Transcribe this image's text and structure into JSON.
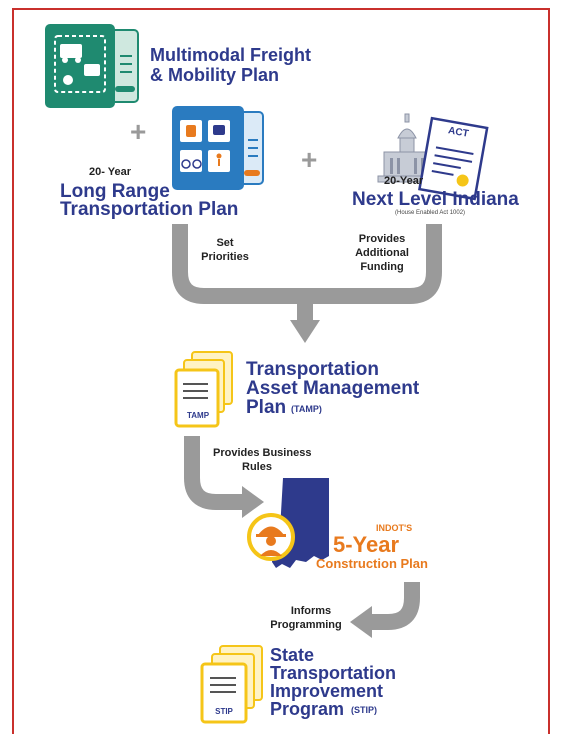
{
  "multimodal": {
    "line1": "Multimodal Freight",
    "line2": "& Mobility Plan"
  },
  "plus_symbol": "+",
  "long_range": {
    "years": "20- Year",
    "line1": "Long Range",
    "line2": "Transportation Plan"
  },
  "next_level": {
    "years": "20-Year",
    "title": "Next Level Indiana",
    "subtitle": "(House Enabled Act 1002)",
    "act_label": "ACT"
  },
  "arrows": {
    "set_priorities_1": "Set",
    "set_priorities_2": "Priorities",
    "provides_funding_1": "Provides",
    "provides_funding_2": "Additional",
    "provides_funding_3": "Funding",
    "business_rules_1": "Provides Business",
    "business_rules_2": "Rules",
    "informs_1": "Informs",
    "informs_2": "Programming"
  },
  "tamp": {
    "line1": "Transportation",
    "line2": "Asset Management",
    "line3": "Plan",
    "abbr": "(TAMP)",
    "doc_label": "TAMP"
  },
  "construction": {
    "owner": "INDOT'S",
    "title": "5-Year",
    "subtitle": "Construction Plan"
  },
  "stip": {
    "line1": "State",
    "line2": "Transportation",
    "line3": "Improvement",
    "line4": "Program",
    "abbr": "(STIP)",
    "doc_label": "STIP"
  },
  "colors": {
    "navy": "#2e3a8c",
    "green": "#1f8a70",
    "blue": "#2a7bc0",
    "orange": "#e87a1e",
    "gray": "#9a9a9a",
    "yellow": "#f5c518",
    "border": "#c9302c"
  }
}
